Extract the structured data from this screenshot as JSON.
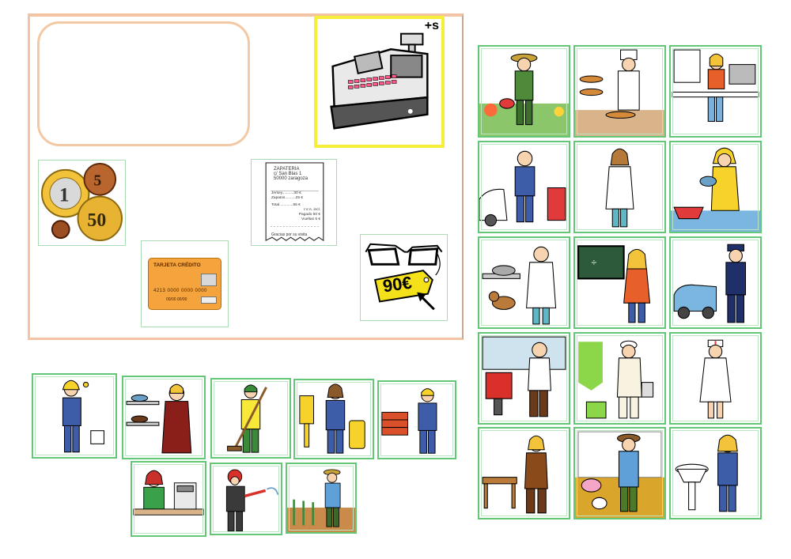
{
  "board": {
    "register_badge": "+s",
    "receipt": {
      "shop": "ZAPATERIA",
      "address1": "c/ San Blas 1",
      "address2": "50000 zaragoza",
      "line1": "Jersey...........30 €",
      "line2": "Zapatos..........25 €",
      "total": "Total.............55 €",
      "iva": "I.V.A. incl.",
      "paid": "Pagado 60 €",
      "change": "Vueltas 5 €",
      "thanks": "Gracias por su visita"
    },
    "credit_card": {
      "label": "TARJETA CRÉDITO",
      "number": "4213 0000 0000 0000",
      "dates": "00/00  00/00"
    },
    "price_tag": "90€",
    "coins": [
      "1 EURO",
      "5 EURO CENT",
      "50 EURO CENT"
    ]
  },
  "professions_right": [
    "gardener-icon",
    "baker-icon",
    "journalist-icon",
    "mechanic-icon",
    "doctor-icon",
    "fisherman-icon",
    "veterinarian-icon",
    "teacher-icon",
    "police-officer-icon",
    "hairdresser-icon",
    "painter-icon",
    "nurse-icon",
    "carpenter-icon",
    "farmer-icon",
    "plumber-icon"
  ],
  "professions_bottom": [
    "electrician-icon",
    "shoe-seller-icon",
    "street-sweeper-icon",
    "postal-worker-icon",
    "bricklayer-icon",
    "cashier-icon",
    "firefighter-icon",
    "field-farmer-icon"
  ],
  "colors": {
    "tile_border": "#63c777",
    "board_border": "#f3c4a3",
    "register_border": "#f7ee3a"
  }
}
